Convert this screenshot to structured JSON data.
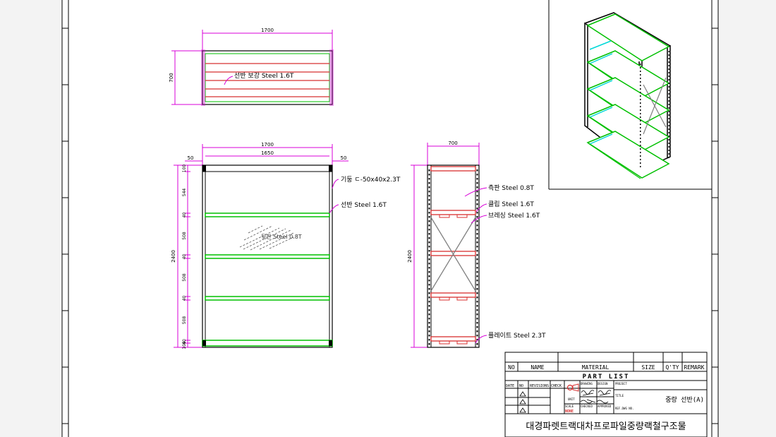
{
  "drawing": {
    "top_view": {
      "width_dim": "1700",
      "depth_dim": "700",
      "callout": "선반 보강  Steel  1.6T"
    },
    "front_view": {
      "width_dim": "1700",
      "inner_dim": "1650",
      "left_dim": "50",
      "right_dim": "50",
      "height_dim": "2400",
      "segment_dims": [
        "100",
        "544",
        "40",
        "508",
        "40",
        "508",
        "40",
        "508",
        "40",
        "105"
      ],
      "callout_post": "기둥 ㄷ-50x40x2.3T",
      "callout_shelf": "선반 Steel 1.6T",
      "back_panel_label": "뒷판 Steel 0.8T"
    },
    "side_view": {
      "depth_dim": "700",
      "height_dim": "2400",
      "callout_side": "측판 Steel 0.8T",
      "callout_clip": "클립 Steel 1.6T",
      "callout_brace": "브레싱 Steel 1.6T",
      "callout_plate": "플레이트 Steel 2.3T"
    }
  },
  "part_list": {
    "headers": [
      "NO",
      "NAME",
      "MATERIAL",
      "SIZE",
      "Q'TY",
      "REMARK"
    ],
    "title": "PART LIST",
    "block_headers": [
      "DATE",
      "NO",
      "REVISIONS",
      "CHECK"
    ],
    "role_labels": [
      "DRAWING",
      "DESIGN",
      "PROJECT"
    ],
    "sign_row": [
      "CHECKED",
      "APPROVED"
    ],
    "field_title": "TITLE",
    "field_scale": "SCALE",
    "field_refno": "REF.DWG NO.",
    "field_units": "UNIT",
    "scale_value": "NONE",
    "drawing_title": "중량 선반(A)",
    "company": "대경파렛트랙대차프로파일중량랙철구조물"
  },
  "colors": {
    "dimension": "#d800d8",
    "frame": "#000000",
    "shelf": "#00c000",
    "reinforcement": "#d83030",
    "cyan": "#00d8d8",
    "brace": "#808080"
  }
}
